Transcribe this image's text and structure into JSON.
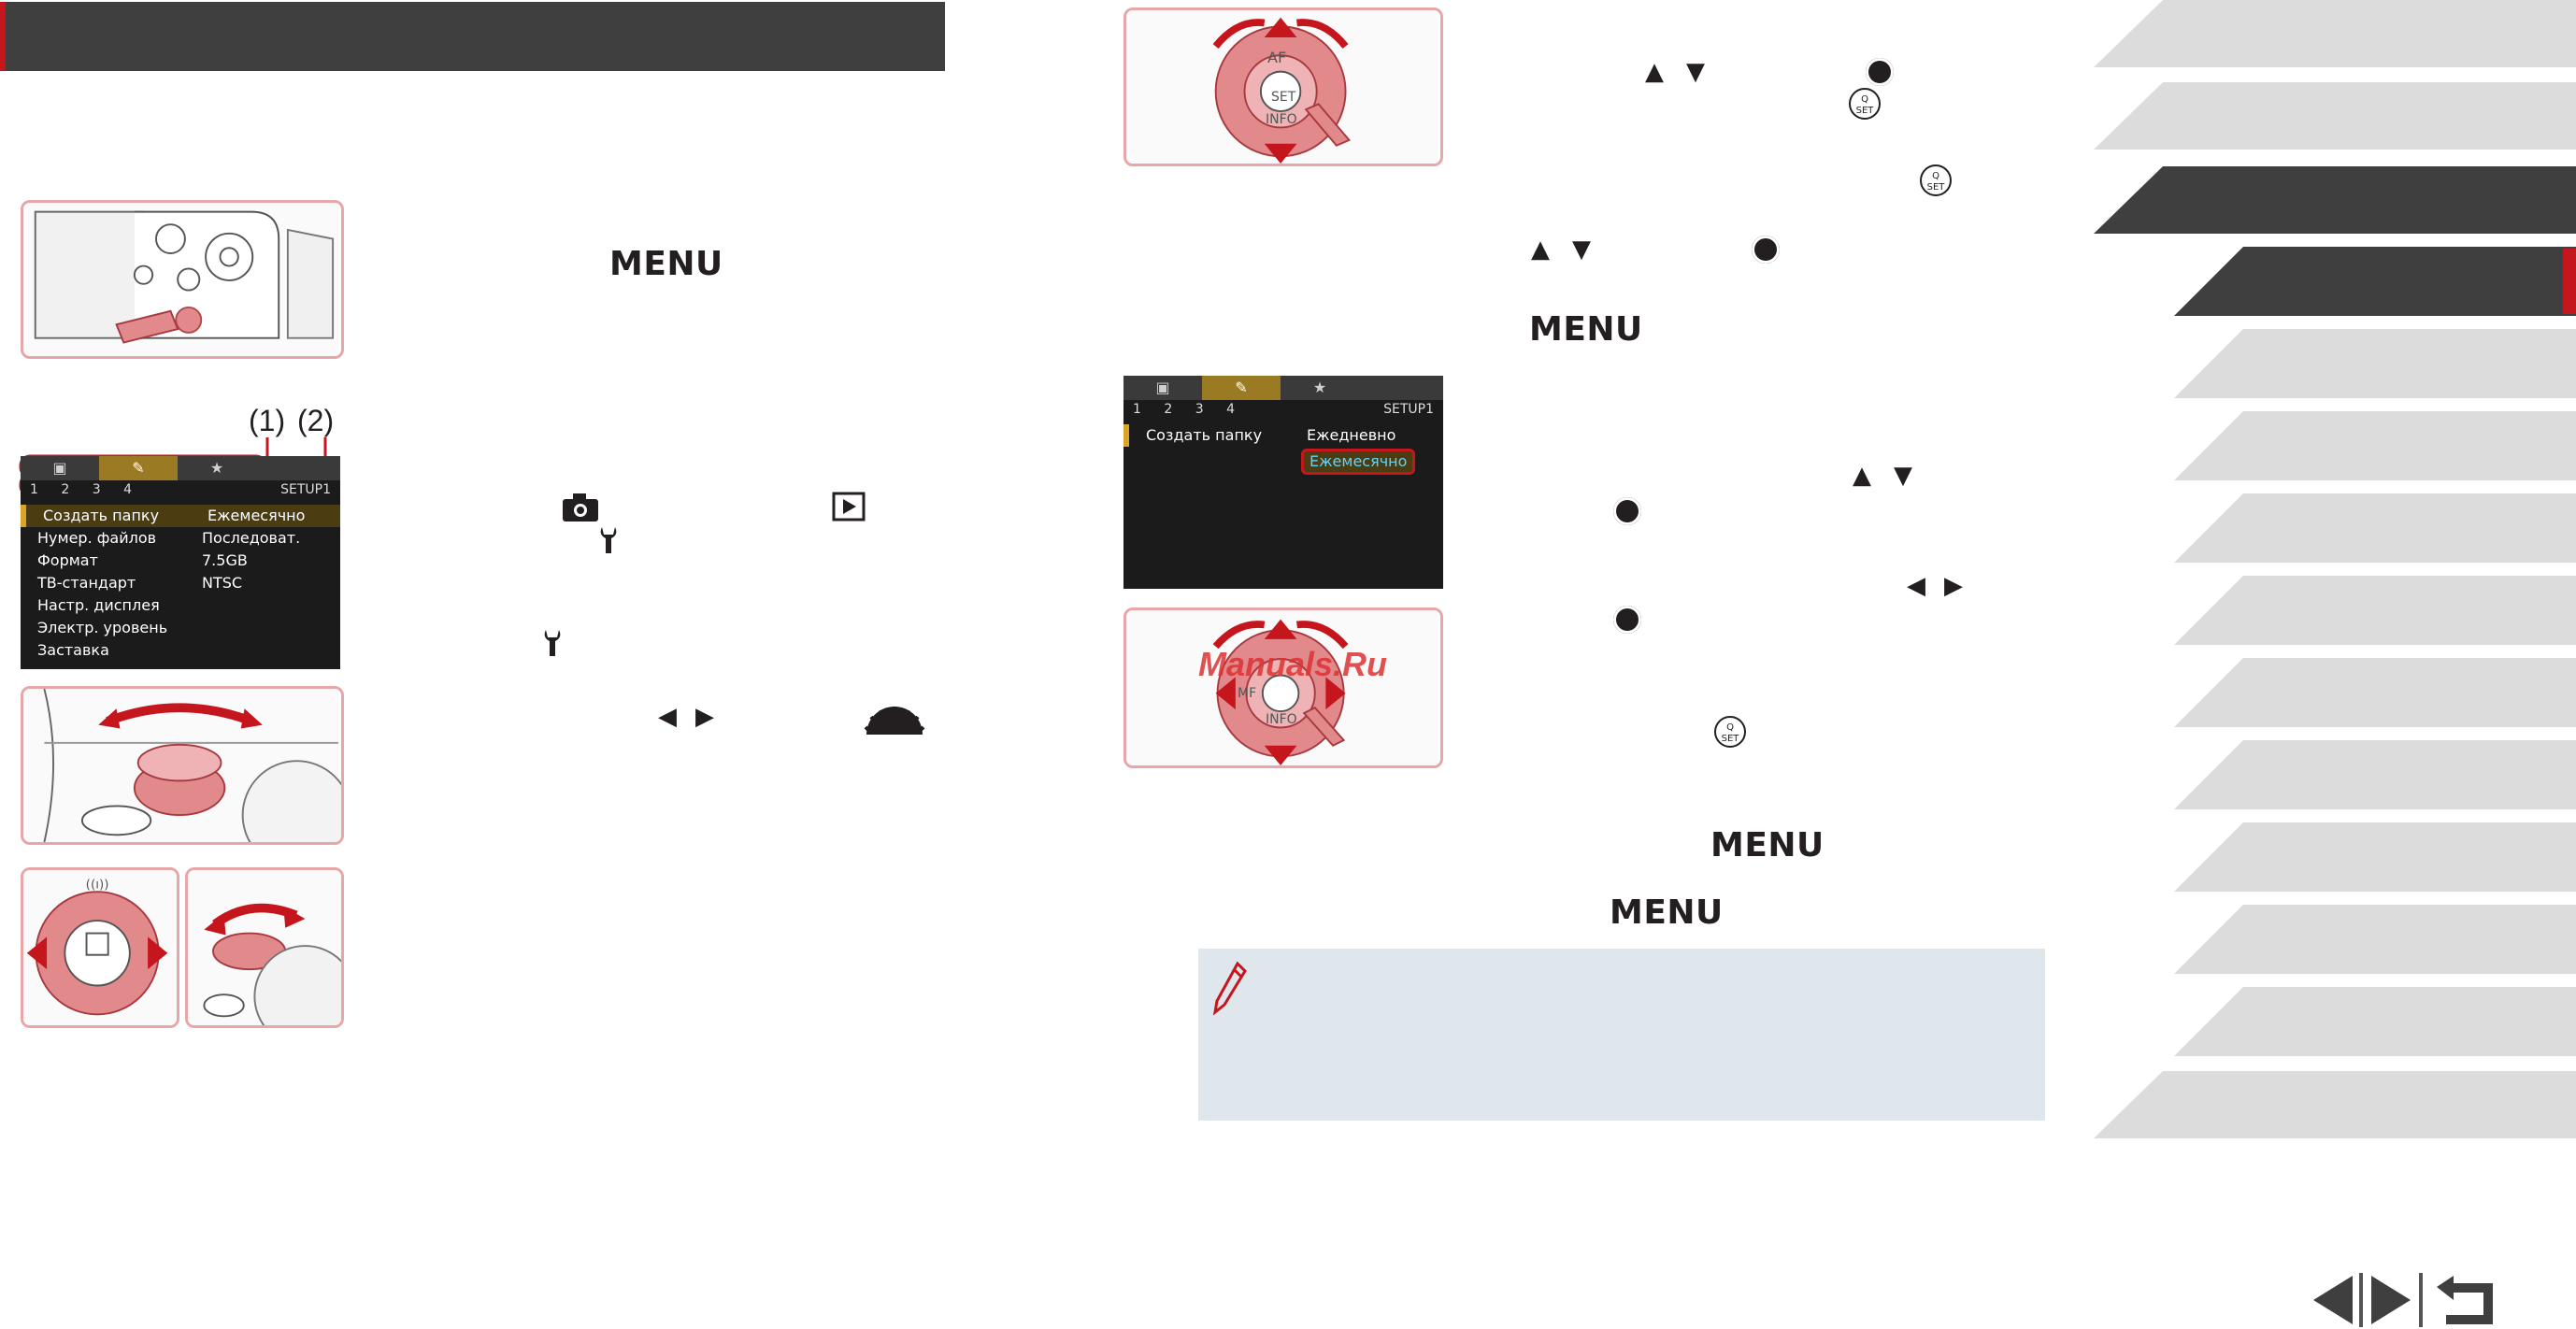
{
  "keys": {
    "menu_1": "MENU",
    "menu_2": "MENU",
    "menu_3": "MENU",
    "menu_4": "MENU"
  },
  "callouts": {
    "c1": "(1)",
    "c2": "(2)"
  },
  "screen1": {
    "tabs": [
      "▣",
      "✎",
      "★"
    ],
    "page_numbers": "1 2 3 4",
    "page_label": "SETUP1",
    "rows": [
      {
        "label": "Создать папку",
        "value": "Ежемесячно"
      },
      {
        "label": "Нумер. файлов",
        "value": "Последоват."
      },
      {
        "label": "Формат",
        "value": "7.5GB"
      },
      {
        "label": "ТВ-стандарт",
        "value": "NTSC"
      },
      {
        "label": "Настр. дисплея",
        "value": ""
      },
      {
        "label": "Электр. уровень",
        "value": ""
      },
      {
        "label": "Заставка",
        "value": ""
      }
    ]
  },
  "screen2": {
    "page_numbers": "1 2 3 4",
    "page_label": "SETUP1",
    "row_label": "Создать папку",
    "options": [
      "Ежедневно",
      "Ежемесячно"
    ]
  },
  "dial_labels": {
    "af": "AF",
    "set": "SET",
    "info": "INFO",
    "mf": "MF"
  },
  "watermark": "Manuals.Ru",
  "colors": {
    "header": "#3f3f3f",
    "accent_red": "#c4161c",
    "frame_pink": "#e7a6a8",
    "note_bg": "#dfe6ec",
    "sidebar_tab": "#dcdcdc",
    "sidebar_active": "#3f3f3f"
  }
}
